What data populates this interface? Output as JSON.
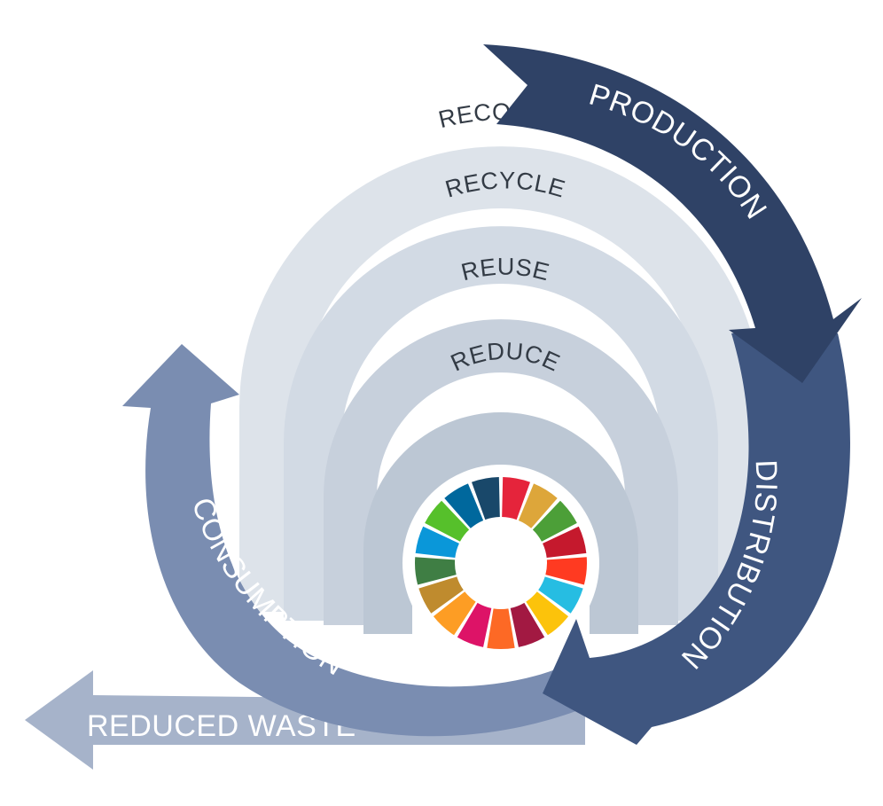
{
  "rings": [
    {
      "label": "RECOVER",
      "color": "#dde3ea"
    },
    {
      "label": "RECYCLE",
      "color": "#d2dae4"
    },
    {
      "label": "REUSE",
      "color": "#c7d0dc"
    },
    {
      "label": "REDUCE",
      "color": "#bcc7d4"
    }
  ],
  "arrows": {
    "production": {
      "label": "PRODUCTION",
      "color": "#2f4266"
    },
    "distribution": {
      "label": "DISTRIBUTION",
      "color": "#3f5680"
    },
    "consumption": {
      "label": "CONSUMPTION",
      "color": "#7a8db1"
    },
    "waste": {
      "label": "REDUCED WASTE",
      "color": "#a6b3ca"
    }
  },
  "sdg_wheel_colors": [
    "#e5243b",
    "#dda63a",
    "#4c9f38",
    "#c5192d",
    "#ff3a21",
    "#26bde2",
    "#fcc30b",
    "#a21942",
    "#fd6925",
    "#dd1367",
    "#fd9d24",
    "#bf8b2e",
    "#3f7e44",
    "#0a97d9",
    "#56c02b",
    "#00689d",
    "#19486a"
  ]
}
